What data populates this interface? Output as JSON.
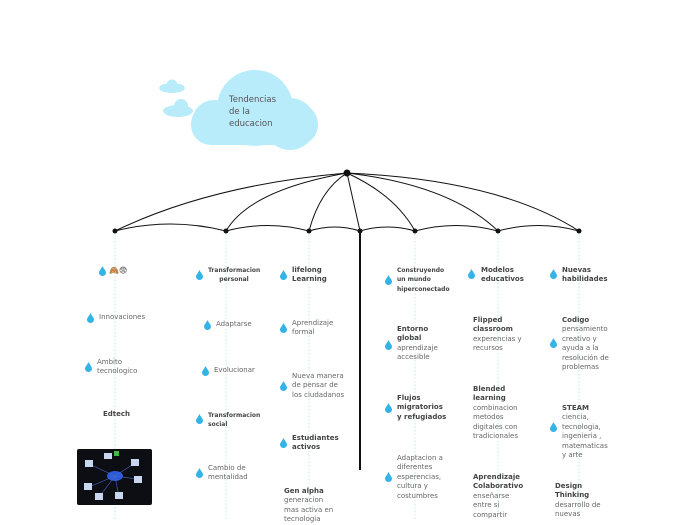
{
  "central_topic": "Tendencias de la educacion",
  "col_mapa": {
    "items": [
      "Innovaciones",
      "Ambito tecnologico",
      "Edtech"
    ]
  },
  "col_transformacion": {
    "header": "Transformacion personal",
    "items": [
      "Adaptarse",
      "Evolucionar",
      "Transformacion social",
      "Cambio de mentalidad"
    ]
  },
  "col_lifelong": {
    "header": "lifelong Learning",
    "items": [
      "Aprendizaje formal",
      "Nueva manera de pensar de los ciudadanos",
      "Estudiantes activos"
    ],
    "gen_title": "Gen alpha",
    "gen_text": "generacion mas activa en tecnologia"
  },
  "col_mundo": {
    "header": "Construyendo un mundo hiperconectado",
    "items": [
      {
        "title": "Entorno global",
        "text": "aprendizaje accesible"
      },
      {
        "title": "Flujos migratorios y refugiados",
        "text": ""
      },
      {
        "title": "",
        "text": "Adaptacion a diferentes esperencias, cultura y costumbres"
      }
    ]
  },
  "col_modelos": {
    "header": "Modelos educativos",
    "items": [
      {
        "title": "Flipped classroom",
        "text": "experencias y recursos"
      },
      {
        "title": "Blended learning",
        "text": "combinacion metodos digitales con tradicionales"
      },
      {
        "title": "Aprendizaje Colaborativo",
        "text": "enseñarse entre si compartir"
      }
    ]
  },
  "col_habilidades": {
    "header": "Nuevas habilidades",
    "items": [
      {
        "title": "Codigo",
        "text": "pensamiento creativo y ayuda a la resolución de problemas"
      },
      {
        "title": "STEAM",
        "text": "ciencia, tecnologia, ingenieria , matematicas y arte"
      },
      {
        "title": "Design Thinking",
        "text": "desarrollo de nuevas"
      }
    ]
  },
  "colors": {
    "cloud": "#b9ecfb",
    "line": "#111111",
    "dotted": "#bfe9f6",
    "drop": "#34b3e6"
  }
}
